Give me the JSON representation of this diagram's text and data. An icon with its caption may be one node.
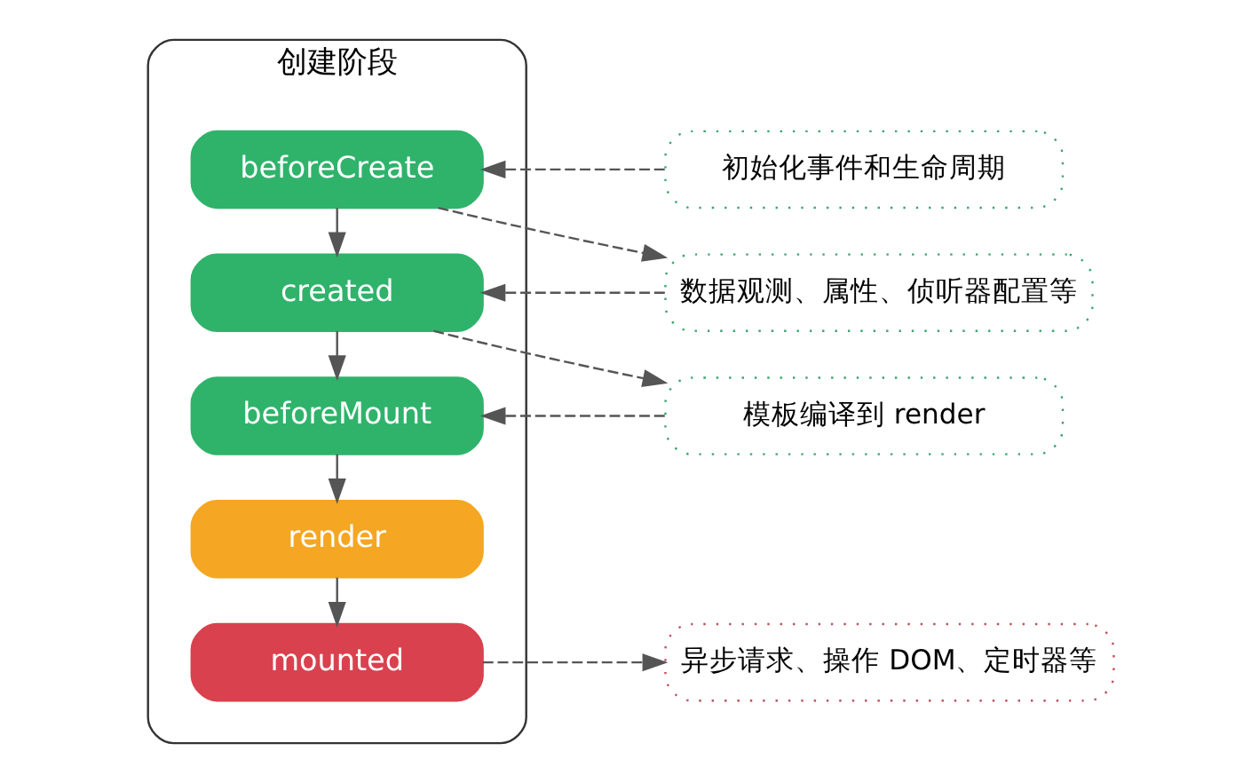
{
  "diagram": {
    "nodes": [
      {
        "text": [
          "创建阶段"
        ]
      },
      {
        "text": [
          "beforeCreate"
        ],
        "in": 0
      },
      {
        "text": [
          "created"
        ],
        "in": 0
      },
      {
        "text": [
          "beforeMount"
        ],
        "in": 0
      },
      {
        "text": [
          "render"
        ],
        "in": 0
      },
      {
        "text": [
          "mounted"
        ],
        "in": 0
      },
      {
        "text": [
          "初始化事件和生命周期"
        ]
      },
      {
        "text": [
          "数据观测、属性、侦听器配置等"
        ]
      },
      {
        "text": [
          "模板编译到 render"
        ]
      },
      {
        "text": [
          "异步请求、操作 DOM、定时器等"
        ]
      }
    ],
    "edges": [
      {
        "from": 1,
        "to": 2,
        "arrow": "to"
      },
      {
        "from": 2,
        "to": 3,
        "arrow": "to"
      },
      {
        "from": 3,
        "to": 4,
        "arrow": "to"
      },
      {
        "from": 4,
        "to": 5,
        "arrow": "to"
      },
      {
        "from": 6,
        "to": 1,
        "arrow": "to",
        "style": "dashed"
      },
      {
        "from": 1,
        "to": 7,
        "arrow": "to",
        "style": "dashed"
      },
      {
        "from": 7,
        "to": 2,
        "arrow": "to",
        "style": "dashed"
      },
      {
        "from": 2,
        "to": 8,
        "arrow": "to",
        "style": "dashed"
      },
      {
        "from": 8,
        "to": 3,
        "arrow": "to",
        "style": "dashed"
      },
      {
        "from": 5,
        "to": 9,
        "arrow": "to",
        "style": "dashed"
      }
    ]
  }
}
